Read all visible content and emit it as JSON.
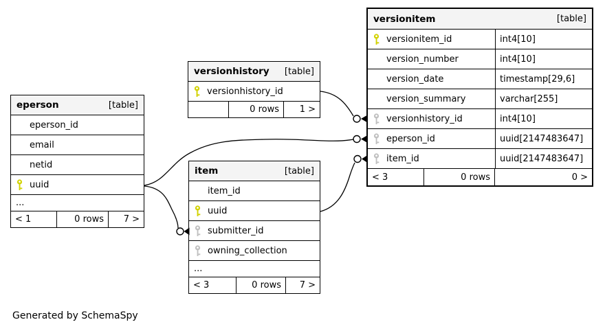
{
  "footer_note": "Generated by SchemaSpy",
  "colors": {
    "primary_key": "#d2d200",
    "foreign_key": "#c0c0c0",
    "header_bg": "#f4f4f4",
    "border": "#000000",
    "background": "#ffffff"
  },
  "tables": {
    "eperson": {
      "name": "eperson",
      "tag": "[table]",
      "columns": [
        {
          "name": "eperson_id",
          "key": "none"
        },
        {
          "name": "email",
          "key": "none"
        },
        {
          "name": "netid",
          "key": "none"
        },
        {
          "name": "uuid",
          "key": "primary"
        }
      ],
      "ellipsis": "...",
      "footer": {
        "prev": "< 1",
        "rows": "0 rows",
        "next": "7 >"
      }
    },
    "versionhistory": {
      "name": "versionhistory",
      "tag": "[table]",
      "columns": [
        {
          "name": "versionhistory_id",
          "key": "primary"
        }
      ],
      "footer": {
        "prev": "",
        "rows": "0 rows",
        "next": "1 >"
      }
    },
    "item": {
      "name": "item",
      "tag": "[table]",
      "columns": [
        {
          "name": "item_id",
          "key": "none"
        },
        {
          "name": "uuid",
          "key": "primary"
        },
        {
          "name": "submitter_id",
          "key": "foreign"
        },
        {
          "name": "owning_collection",
          "key": "foreign"
        }
      ],
      "ellipsis": "...",
      "footer": {
        "prev": "< 3",
        "rows": "0 rows",
        "next": "7 >"
      }
    },
    "versionitem": {
      "name": "versionitem",
      "tag": "[table]",
      "columns": [
        {
          "name": "versionitem_id",
          "type": "int4[10]",
          "key": "primary"
        },
        {
          "name": "version_number",
          "type": "int4[10]",
          "key": "none"
        },
        {
          "name": "version_date",
          "type": "timestamp[29,6]",
          "key": "none"
        },
        {
          "name": "version_summary",
          "type": "varchar[255]",
          "key": "none"
        },
        {
          "name": "versionhistory_id",
          "type": "int4[10]",
          "key": "foreign"
        },
        {
          "name": "eperson_id",
          "type": "uuid[2147483647]",
          "key": "foreign"
        },
        {
          "name": "item_id",
          "type": "uuid[2147483647]",
          "key": "foreign"
        }
      ],
      "footer": {
        "prev": "< 3",
        "rows": "0 rows",
        "next": "0 >"
      }
    }
  },
  "relationships": [
    {
      "from": "versionhistory.versionhistory_id",
      "to": "versionitem.versionhistory_id"
    },
    {
      "from": "eperson.uuid",
      "to": "versionitem.eperson_id"
    },
    {
      "from": "eperson.uuid",
      "to": "item.submitter_id"
    },
    {
      "from": "item.uuid",
      "to": "versionitem.item_id"
    }
  ]
}
